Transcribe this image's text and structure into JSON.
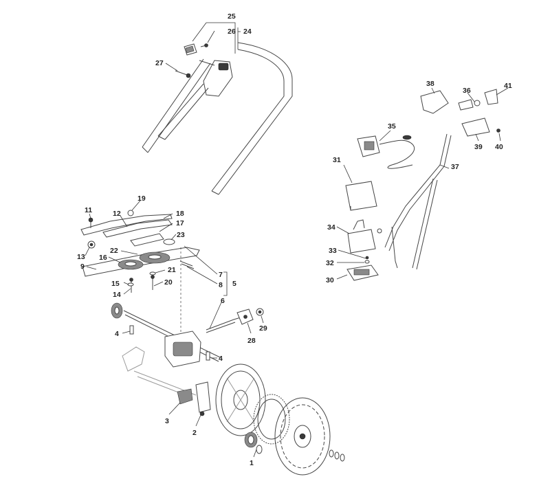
{
  "labels": [
    {
      "id": "1"
    },
    {
      "id": "2"
    },
    {
      "id": "3"
    },
    {
      "id": "4a",
      "text": "4"
    },
    {
      "id": "4b",
      "text": "4"
    },
    {
      "id": "5"
    },
    {
      "id": "6"
    },
    {
      "id": "7"
    },
    {
      "id": "8"
    },
    {
      "id": "9"
    },
    {
      "id": "11"
    },
    {
      "id": "12"
    },
    {
      "id": "13"
    },
    {
      "id": "14"
    },
    {
      "id": "15"
    },
    {
      "id": "16"
    },
    {
      "id": "17"
    },
    {
      "id": "18"
    },
    {
      "id": "19"
    },
    {
      "id": "20"
    },
    {
      "id": "21"
    },
    {
      "id": "22"
    },
    {
      "id": "23"
    },
    {
      "id": "24"
    },
    {
      "id": "25"
    },
    {
      "id": "26"
    },
    {
      "id": "27"
    },
    {
      "id": "28"
    },
    {
      "id": "29"
    },
    {
      "id": "30"
    },
    {
      "id": "31"
    },
    {
      "id": "32"
    },
    {
      "id": "33"
    },
    {
      "id": "34"
    },
    {
      "id": "35"
    },
    {
      "id": "36"
    },
    {
      "id": "37"
    },
    {
      "id": "38"
    },
    {
      "id": "39"
    },
    {
      "id": "40"
    },
    {
      "id": "41"
    }
  ]
}
